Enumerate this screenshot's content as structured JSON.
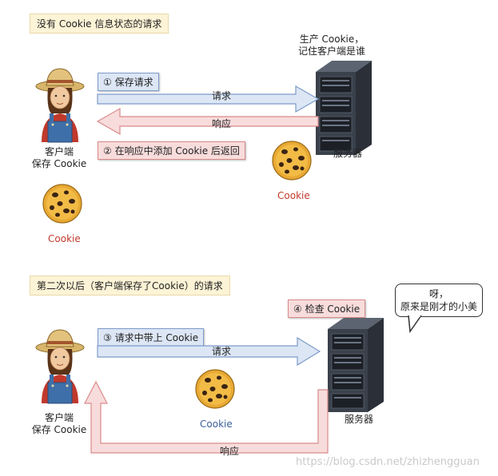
{
  "section1": {
    "title": "没有 Cookie 信息状态的请求",
    "client_label": "客户端\n保存 Cookie",
    "server_top_label": "生产 Cookie，\n记住客户端是谁",
    "server_label": "服务器",
    "step1": "① 保存请求",
    "request_label": "请求",
    "response_label": "响应",
    "step2": "② 在响应中添加 Cookie 后返回",
    "cookie_server": "Cookie",
    "cookie_client": "Cookie"
  },
  "section2": {
    "title": "第二次以后（客户端保存了Cookie）的请求",
    "step4": "④ 检查 Cookie",
    "speech": "呀，\n原来是刚才的小美",
    "step3": "③ 请求中带上 Cookie",
    "request_label": "请求",
    "response_label": "响应",
    "cookie_middle": "Cookie",
    "client_label": "客户端\n保存 Cookie",
    "server_label": "服务器"
  },
  "watermark": "https://blog.csdn.net/zhizhengguan",
  "colors": {
    "request_arrow_fill": "#dce6f5",
    "request_arrow_stroke": "#7d9bc9",
    "response_arrow_fill": "#f8dcdc",
    "response_arrow_stroke": "#d98a8a",
    "cookie_red_text": "#c0392b",
    "cookie_blue_text": "#3a5f9a"
  },
  "icons": [
    "farmer-icon",
    "server-icon",
    "cookie-icon",
    "speech-bubble-icon"
  ]
}
